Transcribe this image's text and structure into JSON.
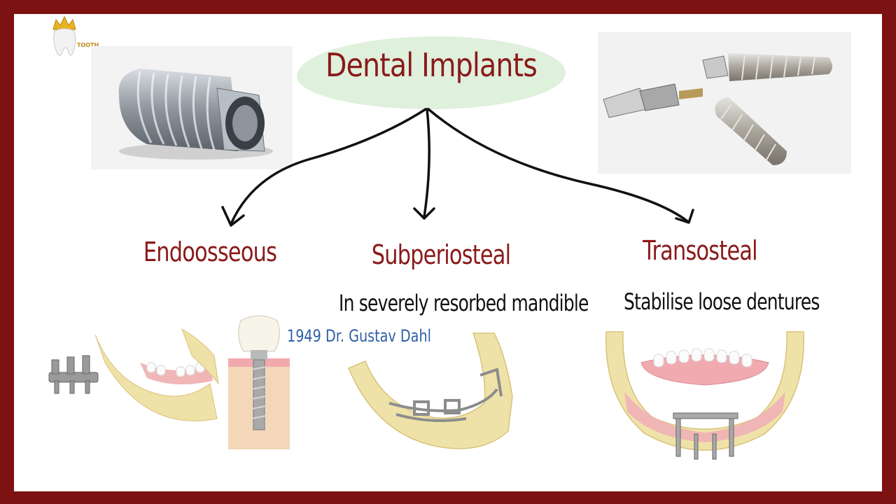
{
  "title": "Dental Implants",
  "logo": {
    "text": "TOOTH"
  },
  "categories": [
    {
      "name": "Endoosseous",
      "description": ""
    },
    {
      "name": "Subperiosteal",
      "description": "In severely resorbed mandible"
    },
    {
      "name": "Transosteal",
      "description": "Stabilise loose dentures"
    }
  ],
  "note": "1949 Dr. Gustav Dahl",
  "colors": {
    "border": "#7d1212",
    "title_text": "#8a1a1a",
    "title_bg": "#dff0dc",
    "note_text": "#2f5fa8",
    "arrows": "#111111"
  }
}
